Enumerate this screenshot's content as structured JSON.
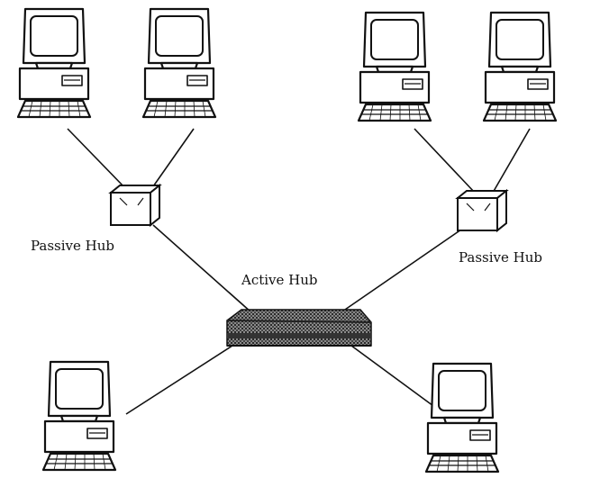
{
  "diagram": {
    "labels": {
      "passive_hub_left": "Passive Hub",
      "passive_hub_right": "Passive Hub",
      "active_hub": "Active Hub"
    },
    "nodes": {
      "computers": [
        "computer",
        "computer",
        "computer",
        "computer",
        "computer",
        "computer"
      ],
      "hubs": [
        "passive-hub",
        "passive-hub",
        "active-hub"
      ]
    },
    "colors": {
      "line": "#111111",
      "background": "#ffffff",
      "hub_dark": "#2a2a2a",
      "hub_mid": "#8a8a8a"
    }
  }
}
